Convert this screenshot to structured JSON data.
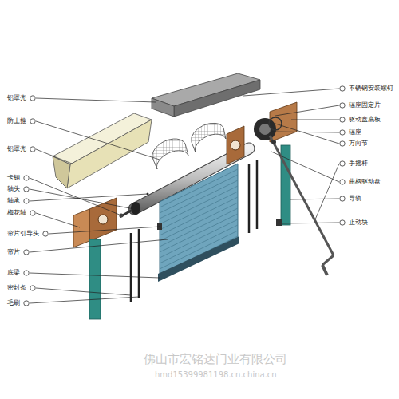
{
  "diagram": {
    "labels": [
      "铝罩壳",
      "防上推",
      "铝罩壳",
      "卡销",
      "轴头",
      "轴承",
      "梅花轴",
      "帘片引导头",
      "帘片",
      "底梁",
      "密封条",
      "毛刷",
      "不锈钢安装螺钉",
      "辐座固定片",
      "驱动盘底板",
      "辐座",
      "万向节",
      "手摇杆",
      "曲柄驱动盘",
      "导轨",
      "止动块",
      "佛山市宏铭达门业有限公司",
      "hmd15399981198.cn.china.cn"
    ]
  }
}
